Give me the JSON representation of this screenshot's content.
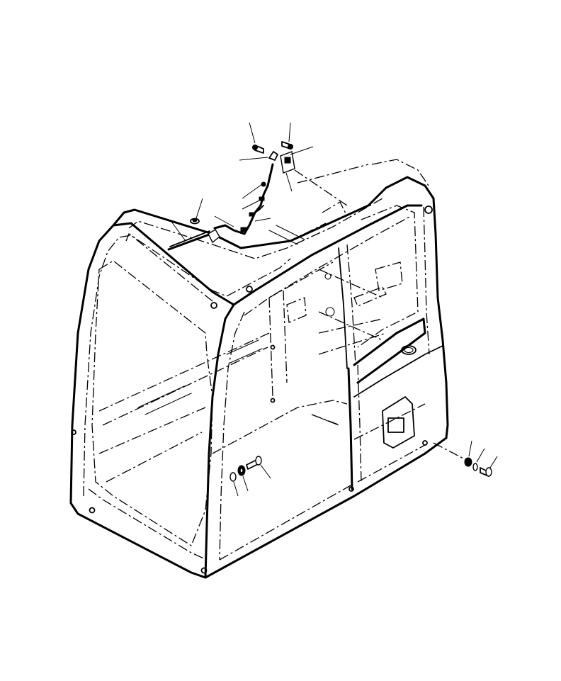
{
  "diagram": {
    "subject": "operator-cab-frame-exploded-view",
    "parts": [
      {
        "id": "bolt-top-left",
        "kind": "bolt"
      },
      {
        "id": "bolt-top-right",
        "kind": "bolt"
      },
      {
        "id": "clip-top",
        "kind": "clip"
      },
      {
        "id": "bracket-top",
        "kind": "bracket"
      },
      {
        "id": "harness-clamp",
        "kind": "clamp"
      },
      {
        "id": "wiring-harness",
        "kind": "harness"
      },
      {
        "id": "washer-nut",
        "kind": "nut"
      },
      {
        "id": "antenna-rod",
        "kind": "rod"
      },
      {
        "id": "washer-plate",
        "kind": "washer"
      },
      {
        "id": "lock-washer",
        "kind": "washer"
      },
      {
        "id": "floor-bolt",
        "kind": "bolt"
      },
      {
        "id": "rear-nut",
        "kind": "nut"
      },
      {
        "id": "rear-washer",
        "kind": "washer"
      },
      {
        "id": "rear-bolt",
        "kind": "bolt"
      }
    ]
  }
}
